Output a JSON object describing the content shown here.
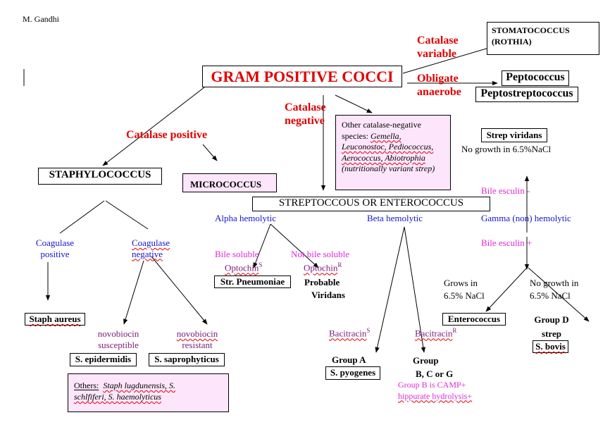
{
  "author": "M. Gandhi",
  "title": "GRAM POSITIVE COCCI",
  "catalase_variable": [
    "Catalase",
    "variable"
  ],
  "stomatococcus": [
    "STOMATOCOCCUS",
    "(ROTHIA)"
  ],
  "obligate_anaerobe": [
    "Obligate",
    "anaerobe"
  ],
  "peptococcus": "Peptococcus",
  "peptostreptococcus": "Peptostreptococcus",
  "catalase_negative": [
    "Catalase",
    "negative"
  ],
  "catalase_positive": "Catalase positive",
  "other_species": {
    "intro": "Other catalase-negative",
    "species_label": "species:",
    "species_1": "Gemella,",
    "species_2": "Leuconostoc, Pediococcus,",
    "species_3": "Aerococcus, Abiotrophia",
    "species_4": "(nutritionally variant strep)"
  },
  "staphylococcus": "STAPHYLOCOCCUS",
  "micrococcus": "MICROCOCCUS",
  "strep_viridans": "Strep viridans",
  "no_growth_nacl": "No growth in 6.5%NaCl",
  "bile_esculin_neg": "Bile esculin -",
  "streptococcus": "STREPTOCCOUS OR ENTEROCOCCUS",
  "alpha_hemolytic": "Alpha hemolytic",
  "beta_hemolytic": "Beta hemolytic",
  "gamma_hemolytic": "Gamma (non) hemolytic",
  "coag_pos": [
    "Coagulase",
    "positive"
  ],
  "coag_neg": [
    "Coagulase",
    "negative"
  ],
  "bile_soluble": "Bile soluble",
  "not_bile_soluble": "Not bile soluble",
  "optochin": "Optochin",
  "sup_s": "S",
  "sup_r": "R",
  "bile_esculin_pos": "Bile esculin +",
  "str_pneumoniae": "Str. Pneumoniae",
  "probable_viridans": [
    "Probable",
    "Viridans"
  ],
  "grows_nacl": [
    "Grows in",
    "6.5% NaCl"
  ],
  "no_growth_nacl2": [
    "No growth in",
    "6.5% NaCl"
  ],
  "staph_aureus": "Staph aureus",
  "novobiocin_susceptible": [
    "novobiocin",
    "susceptible"
  ],
  "novobiocin_resistant": [
    "novobiocin",
    "resistant"
  ],
  "bacitracin": "Bacitracin",
  "enterococcus": "Enterococcus",
  "group_d": [
    "Group D",
    "strep"
  ],
  "s_bovis": "S. bovis",
  "s_epidermidis": "S. epidermidis",
  "s_saprophyticus": "S. saprophyticus",
  "group_a": "Group A",
  "s_pyogenes": "S. pyogenes",
  "group_bcg": [
    "Group",
    "B, C or G"
  ],
  "group_b_camp": "Group B is CAMP+",
  "hippurate": "hippurate hydrolysis+",
  "others": {
    "label": "Others:",
    "line1": "Staph lugdunensis, S.",
    "line2": "schlfiferi, S. haemolyticus"
  }
}
